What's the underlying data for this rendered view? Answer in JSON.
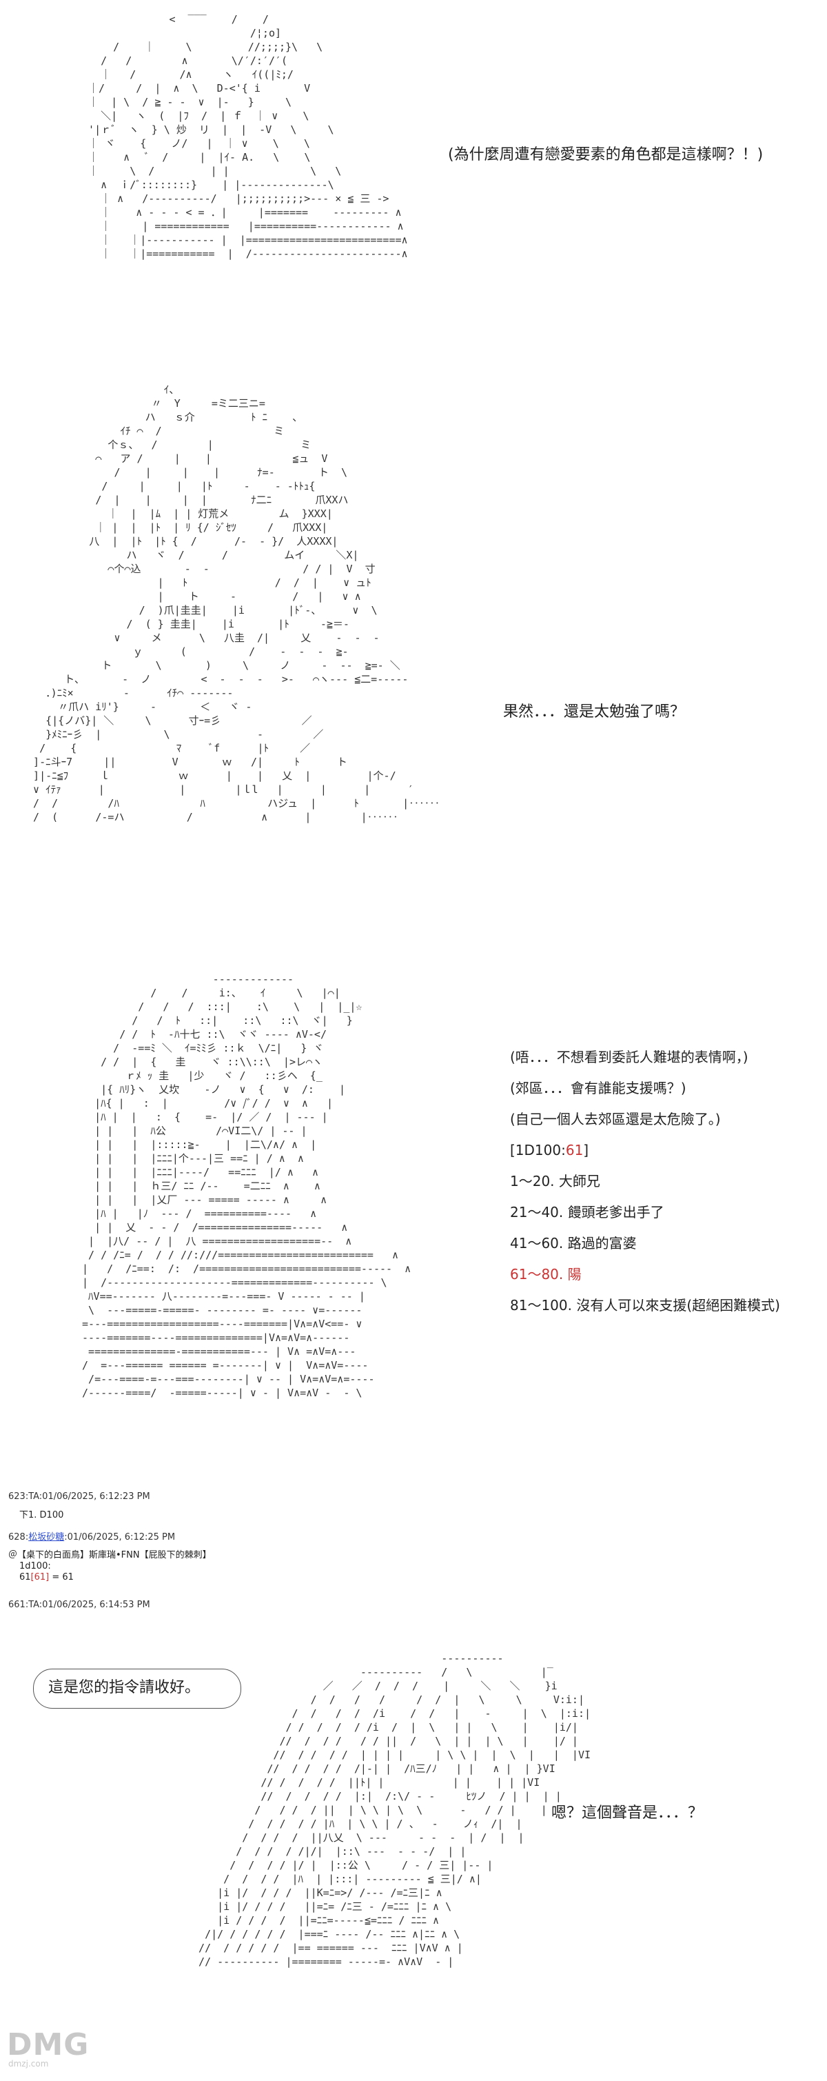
{
  "panel1": {
    "thought": "(為什麼周遭有戀愛要素的角色都是這樣啊？！)"
  },
  "panel2": {
    "thought": "果然．．．還是太勉強了嗎？"
  },
  "panel3": {
    "lines": [
      "(唔．．．不想看到委託人難堪的表情啊，)",
      "(郊區．．．會有誰能支援嗎？)",
      "(自己一個人去郊區還是太危險了。)",
      "[1D100:61]",
      "1～20. 大師兄",
      "21～40. 饅頭老爹出手了",
      "41～60. 路過的富婆",
      "61～80. 陽",
      "81～100. 沒有人可以來支援(超絕困難模式)"
    ],
    "dice_prefix": "[1D100:",
    "dice_value": "61",
    "dice_suffix": "]"
  },
  "posts": [
    {
      "header": "623:TA:01/06/2025, 6:12:23 PM",
      "body": "下1. D100"
    },
    {
      "header_prefix": "628:",
      "name": "松坂砂糖",
      "header_suffix": ":01/06/2025, 6:12:25 PM",
      "body1": "＠【桌下的白面鳥】斯庫瑞•FNN【屁股下的棘刺】",
      "body2": "1d100:",
      "body3_prefix": "61",
      "body3_red": "[61]",
      "body3_suffix": " = 61"
    },
    {
      "header": "661:TA:01/06/2025, 6:14:53 PM"
    }
  ],
  "panel4": {
    "bubble": "這是您的指令請收好。",
    "thought": "嗯？這個聲音是．．．？"
  },
  "watermark": {
    "logo": "DMG",
    "sub": "dmzj.com"
  }
}
